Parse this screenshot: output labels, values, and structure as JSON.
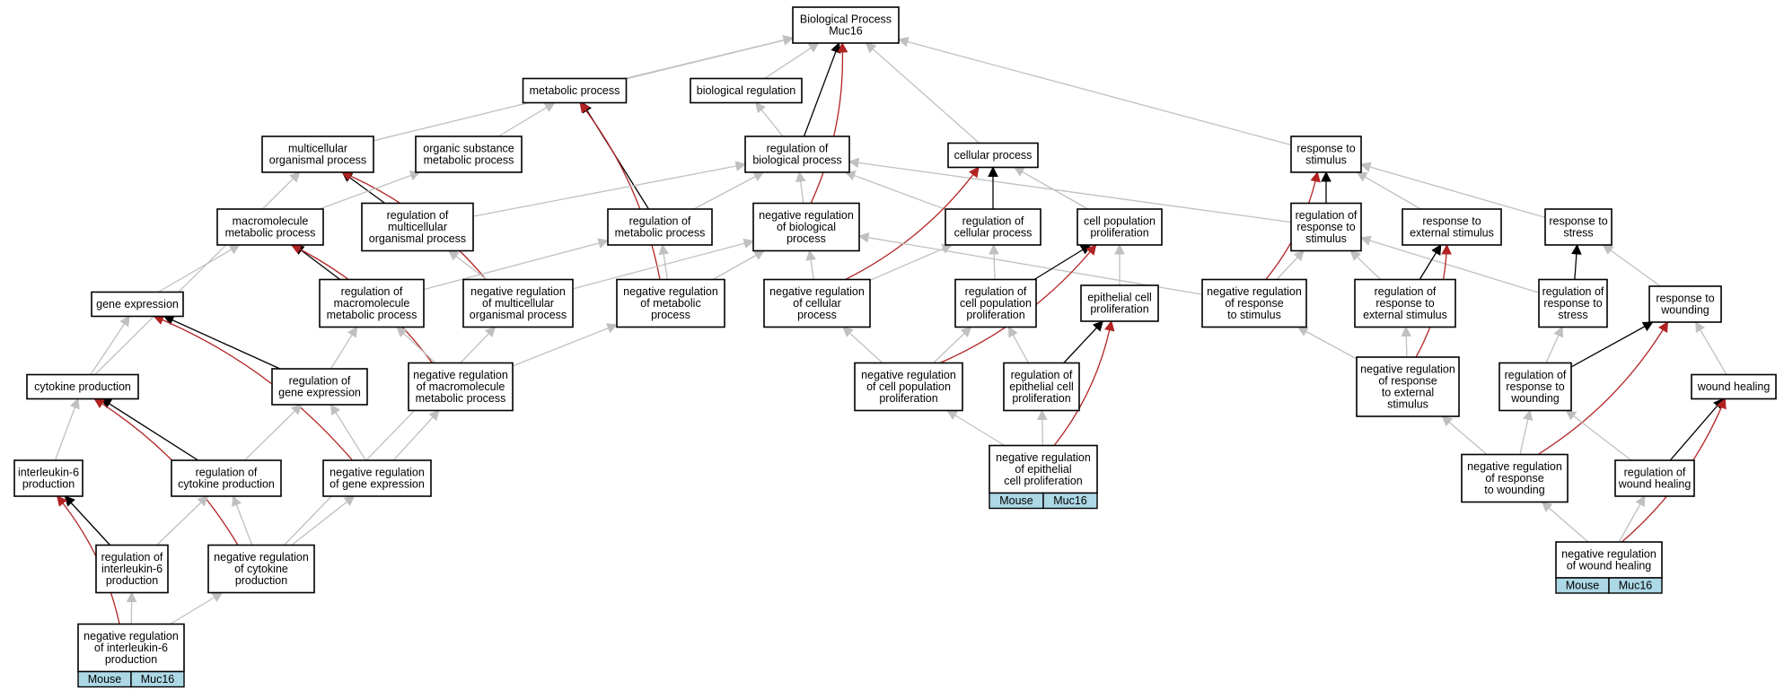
{
  "title": "",
  "colors": {
    "is_a": "#c0c0c0",
    "part_of": "#000000",
    "negatively_regulates": "#b22222",
    "tag_fill": "#add8e6",
    "node_border": "#000000"
  },
  "nodes": [
    {
      "id": "bp",
      "lines": [
        "Biological Process",
        "Muc16"
      ]
    },
    {
      "id": "mp",
      "lines": [
        "metabolic process"
      ]
    },
    {
      "id": "breg",
      "lines": [
        "biological regulation"
      ]
    },
    {
      "id": "mop",
      "lines": [
        "multicellular",
        "organismal process"
      ]
    },
    {
      "id": "osmp",
      "lines": [
        "organic substance",
        "metabolic process"
      ]
    },
    {
      "id": "rbp",
      "lines": [
        "regulation of",
        "biological process"
      ]
    },
    {
      "id": "cp",
      "lines": [
        "cellular process"
      ]
    },
    {
      "id": "rts",
      "lines": [
        "response to",
        "stimulus"
      ]
    },
    {
      "id": "mmp",
      "lines": [
        "macromolecule",
        "metabolic process"
      ]
    },
    {
      "id": "rmop",
      "lines": [
        "regulation of",
        "multicellular",
        "organismal process"
      ]
    },
    {
      "id": "rmetp",
      "lines": [
        "regulation of",
        "metabolic process"
      ]
    },
    {
      "id": "nrbp",
      "lines": [
        "negative regulation",
        "of biological",
        "process"
      ]
    },
    {
      "id": "rcp",
      "lines": [
        "regulation of",
        "cellular process"
      ]
    },
    {
      "id": "cpp",
      "lines": [
        "cell population",
        "proliferation"
      ]
    },
    {
      "id": "rrts",
      "lines": [
        "regulation of",
        "response to",
        "stimulus"
      ]
    },
    {
      "id": "rtes",
      "lines": [
        "response to",
        "external stimulus"
      ]
    },
    {
      "id": "rtstress",
      "lines": [
        "response to",
        "stress"
      ]
    },
    {
      "id": "ge",
      "lines": [
        "gene expression"
      ]
    },
    {
      "id": "rmmp",
      "lines": [
        "regulation of",
        "macromolecule",
        "metabolic process"
      ]
    },
    {
      "id": "nrmop",
      "lines": [
        "negative regulation",
        "of multicellular",
        "organismal process"
      ]
    },
    {
      "id": "nrmetp",
      "lines": [
        "negative regulation",
        "of metabolic",
        "process"
      ]
    },
    {
      "id": "nrcp",
      "lines": [
        "negative regulation",
        "of cellular",
        "process"
      ]
    },
    {
      "id": "rcpp",
      "lines": [
        "regulation of",
        "cell population",
        "proliferation"
      ]
    },
    {
      "id": "ecp",
      "lines": [
        "epithelial cell",
        "proliferation"
      ]
    },
    {
      "id": "nrrts",
      "lines": [
        "negative regulation",
        "of response",
        "to stimulus"
      ]
    },
    {
      "id": "rrtes",
      "lines": [
        "regulation of",
        "response to",
        "external stimulus"
      ]
    },
    {
      "id": "rrtstress",
      "lines": [
        "regulation of",
        "response to",
        "stress"
      ]
    },
    {
      "id": "rtw",
      "lines": [
        "response to",
        "wounding"
      ]
    },
    {
      "id": "cytp",
      "lines": [
        "cytokine production"
      ]
    },
    {
      "id": "rge",
      "lines": [
        "regulation of",
        "gene expression"
      ]
    },
    {
      "id": "nrmmp",
      "lines": [
        "negative regulation",
        "of macromolecule",
        "metabolic process"
      ]
    },
    {
      "id": "nrcpp",
      "lines": [
        "negative regulation",
        "of cell population",
        "proliferation"
      ]
    },
    {
      "id": "recp",
      "lines": [
        "regulation of",
        "epithelial cell",
        "proliferation"
      ]
    },
    {
      "id": "nrrtes",
      "lines": [
        "negative regulation",
        "of response",
        "to external",
        "stimulus"
      ]
    },
    {
      "id": "rrtw",
      "lines": [
        "regulation of",
        "response to",
        "wounding"
      ]
    },
    {
      "id": "wh",
      "lines": [
        "wound healing"
      ]
    },
    {
      "id": "il6p",
      "lines": [
        "interleukin-6",
        "production"
      ]
    },
    {
      "id": "rcytp",
      "lines": [
        "regulation of",
        "cytokine production"
      ]
    },
    {
      "id": "nrge",
      "lines": [
        "negative regulation",
        "of gene expression"
      ]
    },
    {
      "id": "nrecp",
      "lines": [
        "negative regulation",
        "of epithelial",
        "cell proliferation"
      ],
      "tag": [
        "Mouse",
        "Muc16"
      ]
    },
    {
      "id": "nrrtw",
      "lines": [
        "negative regulation",
        "of response",
        "to wounding"
      ]
    },
    {
      "id": "rwh",
      "lines": [
        "regulation of",
        "wound healing"
      ]
    },
    {
      "id": "ril6p",
      "lines": [
        "regulation of",
        "interleukin-6",
        "production"
      ]
    },
    {
      "id": "nrcytp",
      "lines": [
        "negative regulation",
        "of cytokine",
        "production"
      ]
    },
    {
      "id": "nrwh",
      "lines": [
        "negative regulation",
        "of wound healing"
      ],
      "tag": [
        "Mouse",
        "Muc16"
      ]
    },
    {
      "id": "nril6p",
      "lines": [
        "negative regulation",
        "of interleukin-6",
        "production"
      ],
      "tag": [
        "Mouse",
        "Muc16"
      ]
    }
  ],
  "edges": [
    {
      "from": "mp",
      "to": "bp",
      "type": "is_a"
    },
    {
      "from": "breg",
      "to": "bp",
      "type": "is_a"
    },
    {
      "from": "mop",
      "to": "bp",
      "type": "is_a"
    },
    {
      "from": "cp",
      "to": "bp",
      "type": "is_a"
    },
    {
      "from": "rts",
      "to": "bp",
      "type": "is_a"
    },
    {
      "from": "rbp",
      "to": "bp",
      "type": "part_of"
    },
    {
      "from": "nrbp",
      "to": "bp",
      "type": "negatively_regulates"
    },
    {
      "from": "osmp",
      "to": "mp",
      "type": "is_a"
    },
    {
      "from": "rmetp",
      "to": "mp",
      "type": "part_of"
    },
    {
      "from": "nrmetp",
      "to": "mp",
      "type": "negatively_regulates"
    },
    {
      "from": "rbp",
      "to": "breg",
      "type": "is_a"
    },
    {
      "from": "rmop",
      "to": "mop",
      "type": "part_of"
    },
    {
      "from": "nrmop",
      "to": "mop",
      "type": "negatively_regulates"
    },
    {
      "from": "cytp",
      "to": "mop",
      "type": "is_a"
    },
    {
      "from": "mmp",
      "to": "osmp",
      "type": "is_a"
    },
    {
      "from": "rmop",
      "to": "rbp",
      "type": "is_a"
    },
    {
      "from": "rmetp",
      "to": "rbp",
      "type": "is_a"
    },
    {
      "from": "nrbp",
      "to": "rbp",
      "type": "is_a"
    },
    {
      "from": "rcp",
      "to": "rbp",
      "type": "is_a"
    },
    {
      "from": "rrts",
      "to": "rbp",
      "type": "is_a"
    },
    {
      "from": "rcp",
      "to": "cp",
      "type": "part_of"
    },
    {
      "from": "cpp",
      "to": "cp",
      "type": "is_a"
    },
    {
      "from": "nrcp",
      "to": "cp",
      "type": "negatively_regulates"
    },
    {
      "from": "rrts",
      "to": "rts",
      "type": "part_of"
    },
    {
      "from": "rtes",
      "to": "rts",
      "type": "is_a"
    },
    {
      "from": "rtstress",
      "to": "rts",
      "type": "is_a"
    },
    {
      "from": "nrrts",
      "to": "rts",
      "type": "negatively_regulates"
    },
    {
      "from": "rmmp",
      "to": "mmp",
      "type": "part_of"
    },
    {
      "from": "nrmmp",
      "to": "mmp",
      "type": "negatively_regulates"
    },
    {
      "from": "ge",
      "to": "mmp",
      "type": "is_a"
    },
    {
      "from": "nrmop",
      "to": "rmop",
      "type": "is_a"
    },
    {
      "from": "rmmp",
      "to": "rmetp",
      "type": "is_a"
    },
    {
      "from": "nrmetp",
      "to": "rmetp",
      "type": "is_a"
    },
    {
      "from": "nrmop",
      "to": "nrbp",
      "type": "is_a"
    },
    {
      "from": "nrmetp",
      "to": "nrbp",
      "type": "is_a"
    },
    {
      "from": "nrcp",
      "to": "nrbp",
      "type": "is_a"
    },
    {
      "from": "nrrts",
      "to": "nrbp",
      "type": "is_a"
    },
    {
      "from": "nrcp",
      "to": "rcp",
      "type": "is_a"
    },
    {
      "from": "rcpp",
      "to": "rcp",
      "type": "is_a"
    },
    {
      "from": "rcpp",
      "to": "cpp",
      "type": "part_of"
    },
    {
      "from": "nrcpp",
      "to": "cpp",
      "type": "negatively_regulates"
    },
    {
      "from": "ecp",
      "to": "cpp",
      "type": "is_a"
    },
    {
      "from": "nrrts",
      "to": "rrts",
      "type": "is_a"
    },
    {
      "from": "rrtes",
      "to": "rrts",
      "type": "is_a"
    },
    {
      "from": "rrtstress",
      "to": "rrts",
      "type": "is_a"
    },
    {
      "from": "rrtes",
      "to": "rtes",
      "type": "part_of"
    },
    {
      "from": "nrrtes",
      "to": "rtes",
      "type": "negatively_regulates"
    },
    {
      "from": "rrtstress",
      "to": "rtstress",
      "type": "part_of"
    },
    {
      "from": "rtw",
      "to": "rtstress",
      "type": "is_a"
    },
    {
      "from": "rge",
      "to": "ge",
      "type": "part_of"
    },
    {
      "from": "nrge",
      "to": "ge",
      "type": "negatively_regulates"
    },
    {
      "from": "cytp",
      "to": "ge",
      "type": "is_a"
    },
    {
      "from": "rge",
      "to": "rmmp",
      "type": "is_a"
    },
    {
      "from": "nrmmp",
      "to": "rmmp",
      "type": "is_a"
    },
    {
      "from": "nrmmp",
      "to": "nrmetp",
      "type": "is_a"
    },
    {
      "from": "nrcpp",
      "to": "nrcp",
      "type": "is_a"
    },
    {
      "from": "nrcpp",
      "to": "rcpp",
      "type": "is_a"
    },
    {
      "from": "recp",
      "to": "rcpp",
      "type": "is_a"
    },
    {
      "from": "recp",
      "to": "ecp",
      "type": "part_of"
    },
    {
      "from": "nrecp",
      "to": "ecp",
      "type": "negatively_regulates"
    },
    {
      "from": "nrrtes",
      "to": "nrrts",
      "type": "is_a"
    },
    {
      "from": "nrrtes",
      "to": "rrtes",
      "type": "is_a"
    },
    {
      "from": "rrtw",
      "to": "rrtstress",
      "type": "is_a"
    },
    {
      "from": "rrtw",
      "to": "rtw",
      "type": "part_of"
    },
    {
      "from": "nrrtw",
      "to": "rtw",
      "type": "negatively_regulates"
    },
    {
      "from": "wh",
      "to": "rtw",
      "type": "is_a"
    },
    {
      "from": "rcytp",
      "to": "cytp",
      "type": "part_of"
    },
    {
      "from": "nrcytp",
      "to": "cytp",
      "type": "negatively_regulates"
    },
    {
      "from": "il6p",
      "to": "cytp",
      "type": "is_a"
    },
    {
      "from": "nrge",
      "to": "rge",
      "type": "is_a"
    },
    {
      "from": "rcytp",
      "to": "rge",
      "type": "is_a"
    },
    {
      "from": "nrge",
      "to": "nrmmp",
      "type": "is_a"
    },
    {
      "from": "nrecp",
      "to": "nrcpp",
      "type": "is_a"
    },
    {
      "from": "nrecp",
      "to": "recp",
      "type": "is_a"
    },
    {
      "from": "nrrtw",
      "to": "rrtw",
      "type": "is_a"
    },
    {
      "from": "rwh",
      "to": "rrtw",
      "type": "is_a"
    },
    {
      "from": "nrwh",
      "to": "nrrtw",
      "type": "is_a"
    },
    {
      "from": "nrrtw",
      "to": "nrrtes",
      "type": "is_a"
    },
    {
      "from": "rwh",
      "to": "wh",
      "type": "part_of"
    },
    {
      "from": "nrwh",
      "to": "wh",
      "type": "negatively_regulates"
    },
    {
      "from": "nrwh",
      "to": "rwh",
      "type": "is_a"
    },
    {
      "from": "ril6p",
      "to": "il6p",
      "type": "part_of"
    },
    {
      "from": "nril6p",
      "to": "il6p",
      "type": "negatively_regulates"
    },
    {
      "from": "nrcytp",
      "to": "rcytp",
      "type": "is_a"
    },
    {
      "from": "ril6p",
      "to": "rcytp",
      "type": "is_a"
    },
    {
      "from": "nrcytp",
      "to": "nrge",
      "type": "is_a"
    },
    {
      "from": "nrcytp",
      "to": "nrmop",
      "type": "is_a"
    },
    {
      "from": "nril6p",
      "to": "ril6p",
      "type": "is_a"
    },
    {
      "from": "nril6p",
      "to": "nrcytp",
      "type": "is_a"
    }
  ]
}
